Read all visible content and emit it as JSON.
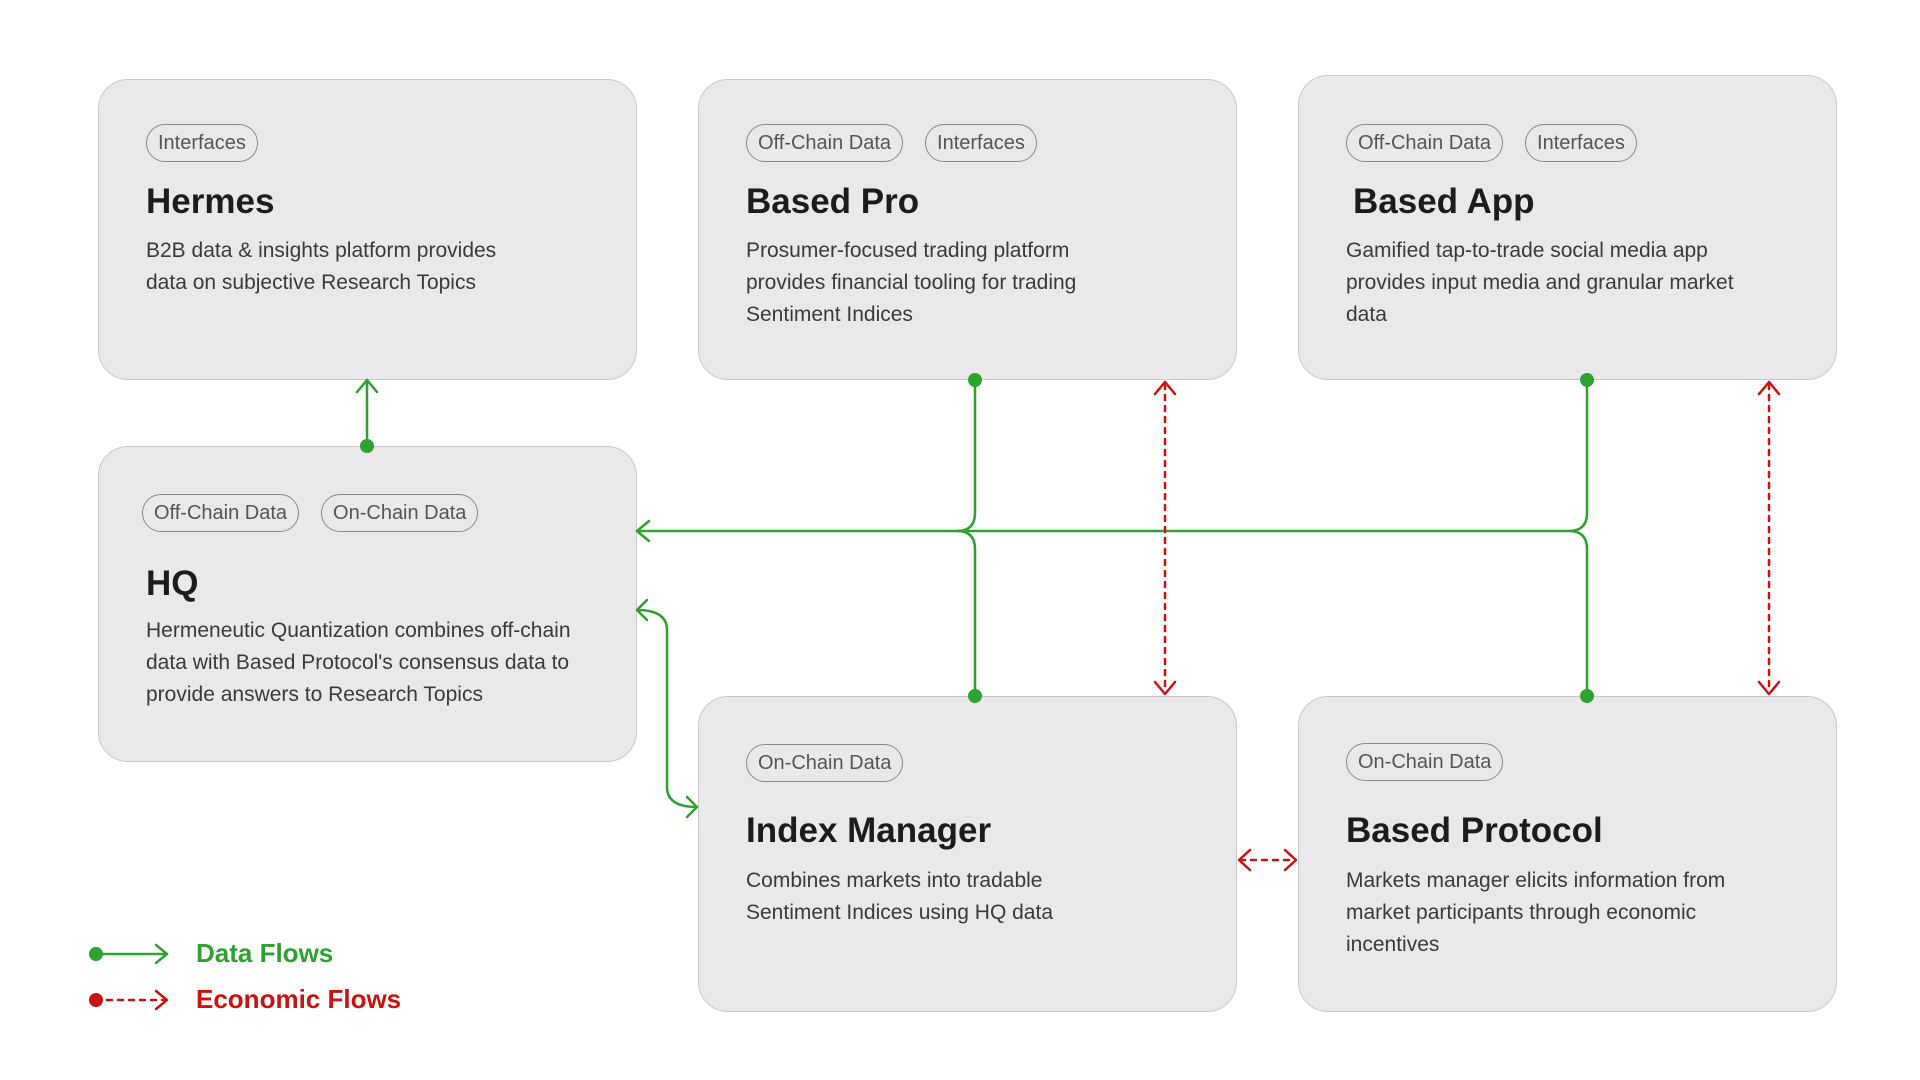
{
  "colors": {
    "data_flow": "#2ea12e",
    "economic_flow": "#cc1111",
    "card_bg": "#e9e9eb"
  },
  "cards": {
    "hermes": {
      "tags": [
        "Interfaces"
      ],
      "title": "Hermes",
      "desc": [
        "B2B data & insights platform provides",
        "data on subjective Research Topics"
      ]
    },
    "based_pro": {
      "tags": [
        "Off-Chain Data",
        "Interfaces"
      ],
      "title": "Based Pro",
      "desc": [
        "Prosumer-focused trading platform",
        "provides financial tooling for trading",
        "Sentiment Indices"
      ]
    },
    "based_app": {
      "tags": [
        "Off-Chain Data",
        "Interfaces"
      ],
      "title": "Based App",
      "desc": [
        "Gamified tap-to-trade social media app",
        "provides input media and granular market",
        "data"
      ]
    },
    "hq": {
      "tags": [
        "Off-Chain Data",
        "On-Chain Data"
      ],
      "title": "HQ",
      "desc": [
        "Hermeneutic Quantization combines off-chain",
        "data with Based Protocol's consensus data to",
        "provide answers to Research Topics"
      ]
    },
    "index_manager": {
      "tags": [
        "On-Chain Data"
      ],
      "title": "Index Manager",
      "desc": [
        "Combines markets into tradable",
        "Sentiment Indices using HQ data"
      ]
    },
    "based_protocol": {
      "tags": [
        "On-Chain Data"
      ],
      "title": "Based Protocol",
      "desc": [
        "Markets manager elicits information from",
        "market participants through economic",
        "incentives"
      ]
    }
  },
  "legend": {
    "data_flows": "Data Flows",
    "economic_flows": "Economic Flows"
  }
}
